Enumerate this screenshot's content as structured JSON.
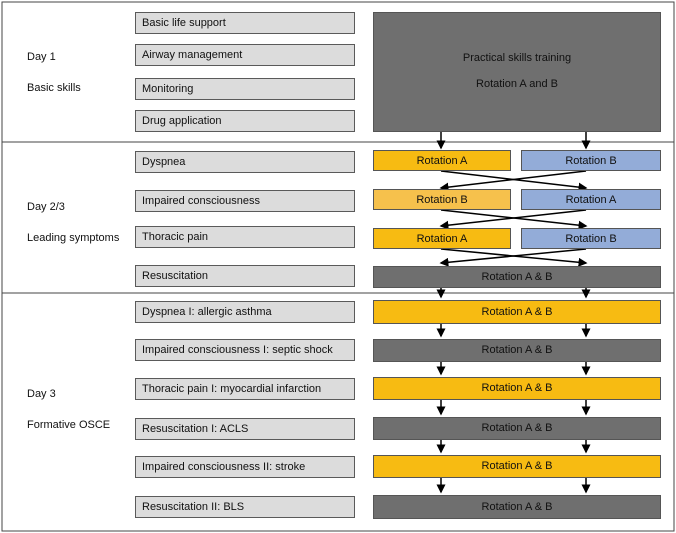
{
  "sections": [
    {
      "day": "Day 1",
      "title": "Basic skills",
      "topics": [
        "Basic life support",
        "Airway management",
        "Monitoring",
        "Drug application"
      ]
    },
    {
      "day": "Day 2/3",
      "title": "Leading symptoms",
      "topics": [
        "Dyspnea",
        "Impaired consciousness",
        "Thoracic pain",
        "Resuscitation"
      ]
    },
    {
      "day": "Day 3",
      "title": "Formative OSCE",
      "topics": [
        "Dyspnea I: allergic asthma",
        "Impaired consciousness I: septic shock",
        "Thoracic pain I: myocardial infarction",
        "Resuscitation I: ACLS",
        "Impaired consciousness II: stroke",
        "Resuscitation II: BLS"
      ]
    }
  ],
  "practical": {
    "title": "Practical skills training",
    "subtitle": "Rotation A and B"
  },
  "rotations": {
    "dyspnea": [
      "Rotation A",
      "Rotation B"
    ],
    "impaired": [
      "Rotation B",
      "Rotation A"
    ],
    "thoracic": [
      "Rotation A",
      "Rotation B"
    ],
    "resuscitation": "Rotation A & B",
    "osce": [
      "Rotation A & B",
      "Rotation A & B",
      "Rotation A & B",
      "Rotation A & B",
      "Rotation A & B",
      "Rotation A & B"
    ]
  },
  "colors": {
    "orange": "#f7bb12",
    "light_orange": "#f6c14c",
    "blue": "#93acd8",
    "gray": "#6f6f6f",
    "topic_gray": "#dcdcdc"
  }
}
